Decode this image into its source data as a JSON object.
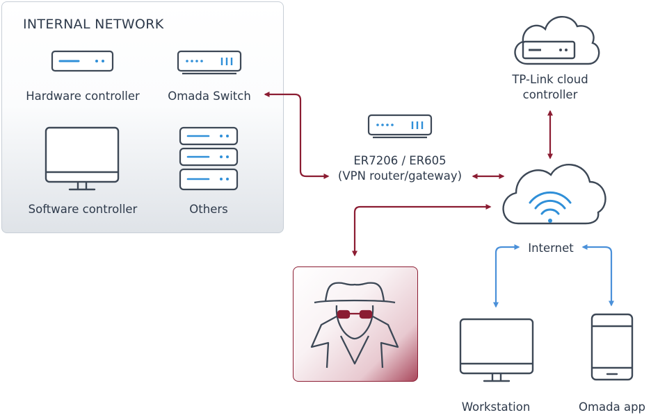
{
  "internal_network": {
    "title": "INTERNAL NETWORK",
    "hardware_controller": "Hardware controller",
    "omada_switch": "Omada Switch",
    "software_controller": "Software controller",
    "others": "Others"
  },
  "router": {
    "line1": "ER7206 / ER605",
    "line2": "(VPN router/gateway)"
  },
  "cloud_controller": {
    "line1": "TP-Link cloud",
    "line2": "controller"
  },
  "internet": {
    "label": "Internet"
  },
  "clients": {
    "workstation": "Workstation",
    "omada_app": "Omada app"
  },
  "colors": {
    "icon_stroke": "#3d4856",
    "icon_accent": "#2f8fd8",
    "arrow_red": "#8b1c32",
    "arrow_blue": "#4a90d9"
  },
  "icons": [
    "server-icon",
    "switch-icon",
    "monitor-icon",
    "stacked-servers-icon",
    "router-icon",
    "cloud-server-icon",
    "cloud-wifi-icon",
    "hacker-icon",
    "smartphone-icon"
  ]
}
